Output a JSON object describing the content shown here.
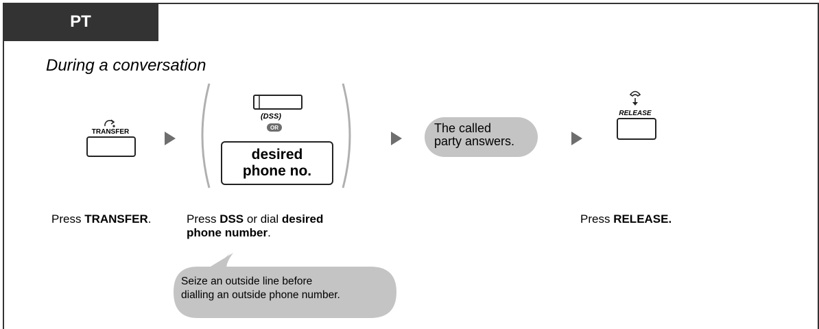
{
  "mode_tab": "PT",
  "heading": "During a conversation",
  "keys": {
    "transfer": "TRANSFER",
    "dss": "(DSS)",
    "or": "OR",
    "desired_line1": "desired",
    "desired_line2": "phone no.",
    "release": "RELEASE"
  },
  "status": {
    "line1": "The called",
    "line2": "party answers."
  },
  "captions": {
    "step1_prefix": "Press ",
    "step1_bold": "TRANSFER",
    "step1_suffix": ".",
    "step2_prefix": "Press ",
    "step2_bold1": "DSS",
    "step2_mid": " or dial ",
    "step2_bold2": "desired",
    "step2_bold3": "phone number",
    "step2_suffix": ".",
    "step3_prefix": "Press ",
    "step3_bold": "RELEASE."
  },
  "note": {
    "line1": "Seize an outside line before",
    "line2": "dialling an outside phone number."
  },
  "colors": {
    "tab_bg": "#333333",
    "arrow": "#6e6e6e",
    "bubble": "#c4c4c4"
  }
}
